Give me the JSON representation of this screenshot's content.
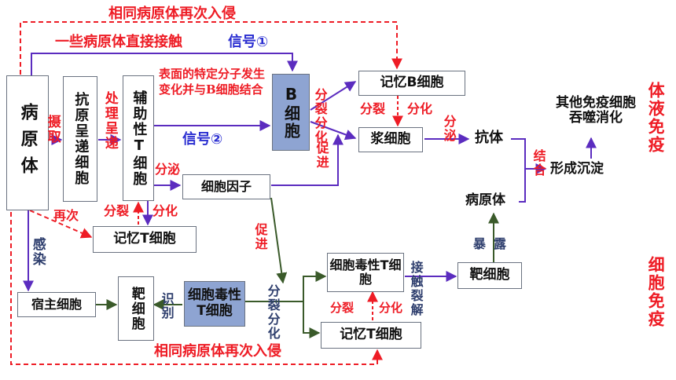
{
  "colors": {
    "red": "#ee1c25",
    "purple": "#5b2cbf",
    "green": "#3a5a2a",
    "blue_label": "#2b2fd1",
    "shade": "#8ea4d2"
  },
  "labels": {
    "reinvade_top": "相同病原体再次入侵",
    "direct_contact": "一些病原体直接接触",
    "signal1": "信号①",
    "signal2": "信号②",
    "surface_change": "表面的特定分子发生变化并与B细胞结合",
    "uptake": "摄取",
    "process_present": "处理呈递",
    "secrete1": "分泌",
    "divide1": "分裂",
    "differentiate1": "分化",
    "again": "再次",
    "infect": "感染",
    "divide_diff_b": "分裂分化",
    "divide2": "分裂",
    "differentiate2": "分化",
    "promote1": "促进",
    "secrete2": "分泌",
    "combine": "结合",
    "expose": "暴露",
    "promote2": "促进",
    "divide_diff_t": "分裂分化",
    "contact_lyse": "接触裂解",
    "recognize": "识别",
    "divide3": "分裂",
    "differentiate3": "分化",
    "reinvade_bottom": "相同病原体再次入侵",
    "humoral": "体液免疫",
    "cellular": "细胞免疫"
  },
  "nodes": {
    "pathogen": "病原体",
    "apc": "抗原呈递细胞",
    "helper_t": "辅助性T细胞",
    "b_cell": "B细胞",
    "memory_b": "记忆B细胞",
    "plasma": "浆细胞",
    "antibody": "抗体",
    "phagocytes": "其他免疫细胞吞噬消化",
    "precipitate": "形成沉淀",
    "pathogen2": "病原体",
    "cytokine": "细胞因子",
    "memory_t1": "记忆T细胞",
    "host_cell": "宿主细胞",
    "target1": "靶细胞",
    "cytotoxic1": "细胞毒性T细胞",
    "cytotoxic2": "细胞毒性T细胞",
    "memory_t2": "记忆T细胞",
    "target2": "靶细胞"
  }
}
